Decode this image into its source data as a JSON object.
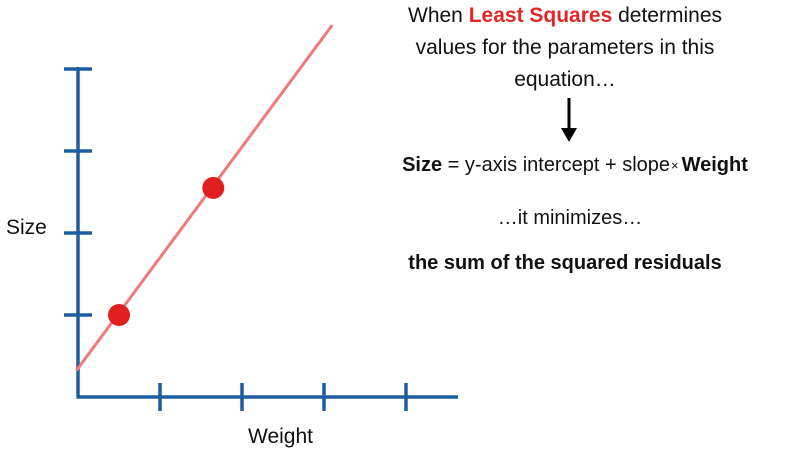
{
  "diagram": {
    "intro": {
      "prefix": "When ",
      "highlight": "Least Squares",
      "suffix_line1": " determines",
      "line2": "values for the parameters in this",
      "line3": "equation…"
    },
    "equation": {
      "lhs": "Size",
      "equals": " = ",
      "term1": "y-axis intercept",
      "plus": " + ",
      "term2": "slope",
      "times": "×",
      "rhs": "Weight"
    },
    "minimizes": "…it minimizes…",
    "objective": "the sum of the squared residuals",
    "colors": {
      "axis": "#1b5fa0",
      "fit_line": "#f07a7a",
      "points": "#e21f1f",
      "highlight": "#e32626"
    }
  },
  "chart_data": {
    "type": "scatter",
    "xlabel": "Weight",
    "ylabel": "Size",
    "x_ticks": 4,
    "y_ticks": 4,
    "points": [
      {
        "x": 0.5,
        "y": 1.0
      },
      {
        "x": 1.65,
        "y": 2.55
      }
    ],
    "fit_line": {
      "intercept": 0.35,
      "slope": 1.35
    }
  }
}
